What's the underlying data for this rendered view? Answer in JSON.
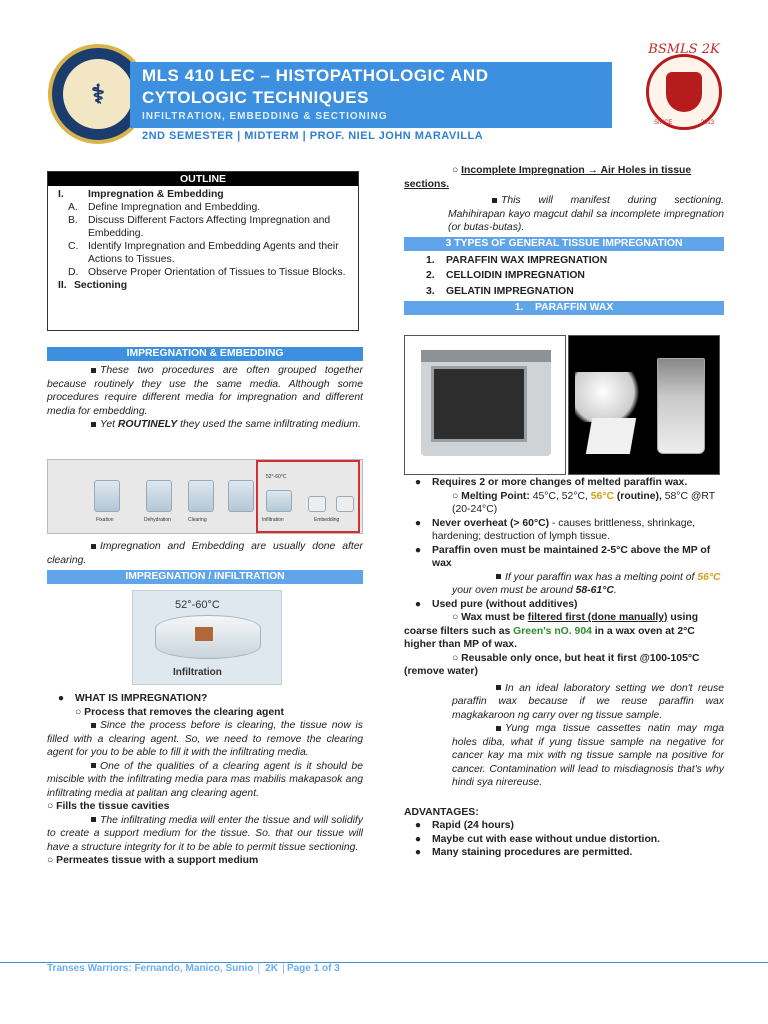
{
  "header": {
    "title_line1": "MLS 410 LEC – HISTOPATHOLOGIC AND",
    "title_line2": "CYTOLOGIC TECHNIQUES",
    "subtitle": "INFILTRATION, EMBEDDING & SECTIONING",
    "subline": "2ND SEMESTER | MIDTERM | PROF. NIEL JOHN MARAVILLA",
    "logo_right_text": "BSMLS 2K",
    "logo_right_since": "SINCE",
    "logo_right_year": "2013"
  },
  "outline": {
    "heading": "OUTLINE",
    "items": [
      {
        "num": "I.",
        "text": "Impregnation & Embedding"
      },
      {
        "num": "A.",
        "text": "Define Impregnation and Embedding."
      },
      {
        "num": "B.",
        "text": "Discuss Different Factors Affecting Impregnation and Embedding."
      },
      {
        "num": "C.",
        "text": "Identify Impregnation and Embedding Agents and their Actions to Tissues."
      },
      {
        "num": "D.",
        "text": "Observe Proper Orientation of Tissues to Tissue Blocks."
      },
      {
        "num": "II.",
        "text": "Sectioning"
      }
    ]
  },
  "left": {
    "sec1_heading": "IMPREGNATION & EMBEDDING",
    "p1": "These two procedures are often grouped together because routinely they use the same media. Although some procedures require different media for impregnation and different media for embedding.",
    "p2a": "Yet ",
    "p2b": "ROUTINELY",
    "p2c": " they used the same infiltrating medium.",
    "strip_labels": [
      "Fixation",
      "Dehydration",
      "Clearing",
      "Infiltration",
      "Embedding"
    ],
    "strip_temp": "52°-60°C",
    "p3": "Impregnation and Embedding are usually done after clearing.",
    "sec2_heading": "IMPREGNATION / INFILTRATION",
    "img_temp": "52°-60°C",
    "img_caption": "Infiltration",
    "q_heading": "WHAT IS IMPREGNATION?",
    "c1": "Process that removes the clearing agent",
    "c1_p1": "Since the process before is clearing, the tissue now is filled with a clearing agent. So, we need to remove the clearing agent for you to be able to fill it with the infiltrating media.",
    "c1_p2": "One of the qualities of a clearing agent is it should be miscible with the infiltrating media para mas mabilis makapasok ang infiltrating media at palitan ang clearing agent.",
    "c2": "Fills the tissue cavities",
    "c2_p1": "The infiltrating media will enter the tissue and will solidify to create a support medium for the tissue. So. that our tissue will have a structure integrity for it to be able to permit tissue sectioning.",
    "c3": "Permeates tissue with a support medium"
  },
  "right": {
    "incomplete": "Incomplete Impregnation → Air Holes in tissue sections.",
    "incomplete_p": "This will manifest during sectioning. Mahihirapan kayo magcut dahil sa incomplete impregnation (or butas-butas).",
    "types_heading": "3 TYPES OF GENERAL TISSUE IMPREGNATION",
    "types": [
      {
        "num": "1.",
        "text": "PARAFFIN WAX IMPREGNATION"
      },
      {
        "num": "2.",
        "text": "CELLOIDIN IMPREGNATION"
      },
      {
        "num": "3.",
        "text": "GELATIN IMPREGNATION"
      }
    ],
    "pw_heading": "1.    PARAFFIN WAX",
    "b1": "Requires 2 or more changes of melted paraffin wax.",
    "mp_label": "Melting Point:",
    "mp_vals": " 45°C, 52°C, ",
    "mp_routine": "56°C",
    "mp_routine_tag": " (routine),",
    "mp_tail": " 58°C @RT (20-24°C)",
    "b2a": "Never overheat (> 60°C)",
    "b2b": " - causes brittleness, shrinkage, hardening; destruction of lymph tissue.",
    "b3": "Paraffin oven must be maintained 2-5°C above the MP of wax",
    "b3_p_a": "If your paraffin wax has a melting point of ",
    "b3_p_b": "56°C",
    "b3_p_c": " your oven must be around ",
    "b3_p_d": "58-61°C",
    "b3_p_e": ".",
    "b4": "Used pure (without additives)",
    "filt_a": "Wax must be ",
    "filt_b": "filtered first (done manually)",
    "filt_c": " using coarse filters such as ",
    "filt_d": "Green's nO. 904",
    "filt_e": " in a wax oven at 2°C higher than MP of wax.",
    "reuse_a": "Reusable only once,",
    "reuse_b": " but heat it first @100-105°C (remove water)",
    "reuse_p1": "In an ideal laboratory setting we don't reuse paraffin wax because if we reuse paraffin wax magkakaroon ng carry over ng tissue sample.",
    "reuse_p2": "Yung mga tissue cassettes natin may mga holes diba, what if yung tissue sample na negative for cancer kay ma mix with ng tissue sample na positive for cancer. Contamination will lead to misdiagnosis that's why hindi sya nirereuse.",
    "adv_heading": "ADVANTAGES:",
    "adv": [
      "Rapid (24 hours)",
      "Maybe cut with ease without undue distortion.",
      "Many staining procedures are permitted."
    ]
  },
  "footer": "Transes Warriors: Fernando, Manico, Sunio  │ 2K  │Page 1 of 3",
  "colors": {
    "accent": "#3d8fe0",
    "green": "#2e8b2e",
    "gold": "#d4a017"
  }
}
